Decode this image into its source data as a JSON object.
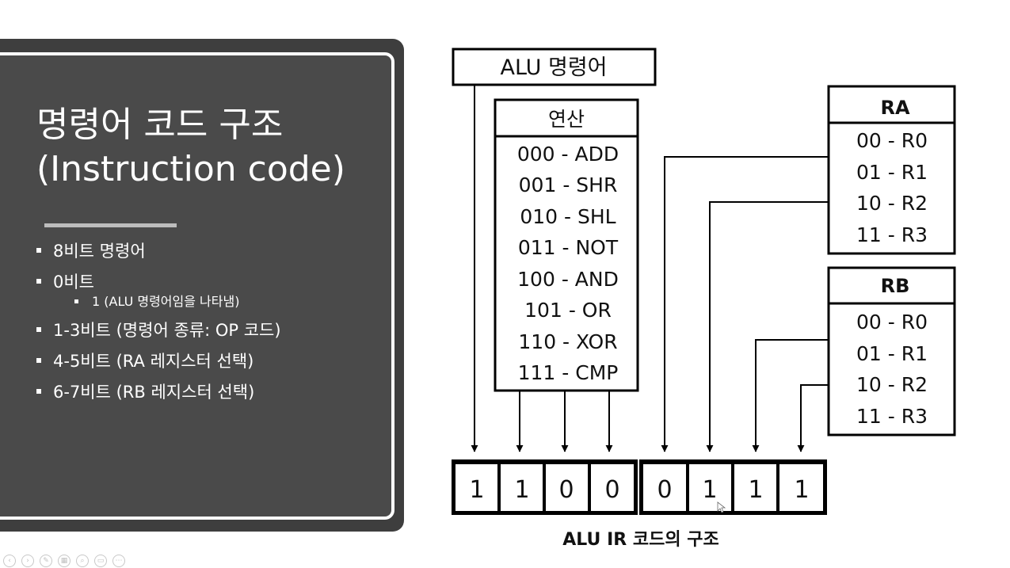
{
  "slide": {
    "title_line1": "명령어 코드 구조",
    "title_line2": "(Instruction code)",
    "bullets": [
      "8비트 명령어",
      "0비트",
      "1 (ALU 명령어임을 나타냄)",
      "1-3비트 (명령어 종류: OP 코드)",
      "4-5비트 (RA 레지스터 선택)",
      "6-7비트 (RB 레지스터 선택)"
    ]
  },
  "diagram": {
    "alu_label": "ALU 명령어",
    "op_box": {
      "header": "연산",
      "items": [
        "000 - ADD",
        "001 - SHR",
        "010 - SHL",
        "011 - NOT",
        "100 - AND",
        "101 - OR",
        "110 - XOR",
        "111 - CMP"
      ]
    },
    "ra_box": {
      "header": "RA",
      "items": [
        "00 - R0",
        "01 - R1",
        "10 - R2",
        "11 - R3"
      ]
    },
    "rb_box": {
      "header": "RB",
      "items": [
        "00 - R0",
        "01 - R1",
        "10 - R2",
        "11 - R3"
      ]
    },
    "bits": [
      "1",
      "1",
      "0",
      "0",
      "0",
      "1",
      "1",
      "1"
    ],
    "caption": "ALU IR 코드의 구조"
  },
  "toolbar_icons": [
    "previous-icon",
    "next-icon",
    "pen-icon",
    "slides-icon",
    "zoom-icon",
    "subtitle-icon",
    "more-icon"
  ]
}
